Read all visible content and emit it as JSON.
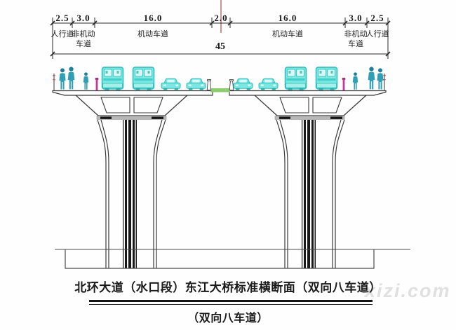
{
  "drawing": {
    "title": "北环大道（水口段）东江大桥标准横断面（双向八车道）",
    "subtitle": "（双向八车道）",
    "watermark": "xizi.com",
    "total_width_label": "45",
    "segments": [
      {
        "value": "2.5",
        "lane_line1": "人行道",
        "lane_line2": ""
      },
      {
        "value": "3.0",
        "lane_line1": "非机动",
        "lane_line2": "车道"
      },
      {
        "value": "16.0",
        "lane_line1": "机动车道",
        "lane_line2": ""
      },
      {
        "value": "2.0",
        "lane_line1": "",
        "lane_line2": ""
      },
      {
        "value": "16.0",
        "lane_line1": "机动车道",
        "lane_line2": ""
      },
      {
        "value": "3.0",
        "lane_line1": "非机动",
        "lane_line2": "车道"
      },
      {
        "value": "2.5",
        "lane_line1": "人行道",
        "lane_line2": ""
      }
    ],
    "deck_objects": [
      "railing-post-icon",
      "pedestrian-group-icon",
      "pedestrian-icon",
      "barrier-post-icon",
      "bus-icon",
      "bus-icon",
      "car-icon",
      "car-icon",
      "median-post-icon",
      "median-barrier-green",
      "median-post-icon",
      "car-icon",
      "car-icon",
      "bus-icon",
      "bus-icon",
      "barrier-post-icon",
      "pedestrian-icon",
      "pedestrian-group-icon",
      "railing-post-icon"
    ],
    "colors": {
      "vehicle_fill": "#6fe3dd",
      "vehicle_stroke": "#2bbcbc",
      "vehicle_window": "#d9f9f7",
      "pedestrian_body": "#2f9fb5",
      "pedestrian_head": "#1f7f9b",
      "median_green": "#8ccb6e",
      "barrier_magenta": "#c2399b",
      "centerline_red": "#a1554f",
      "drawing_line": "#3b3b3b"
    }
  }
}
